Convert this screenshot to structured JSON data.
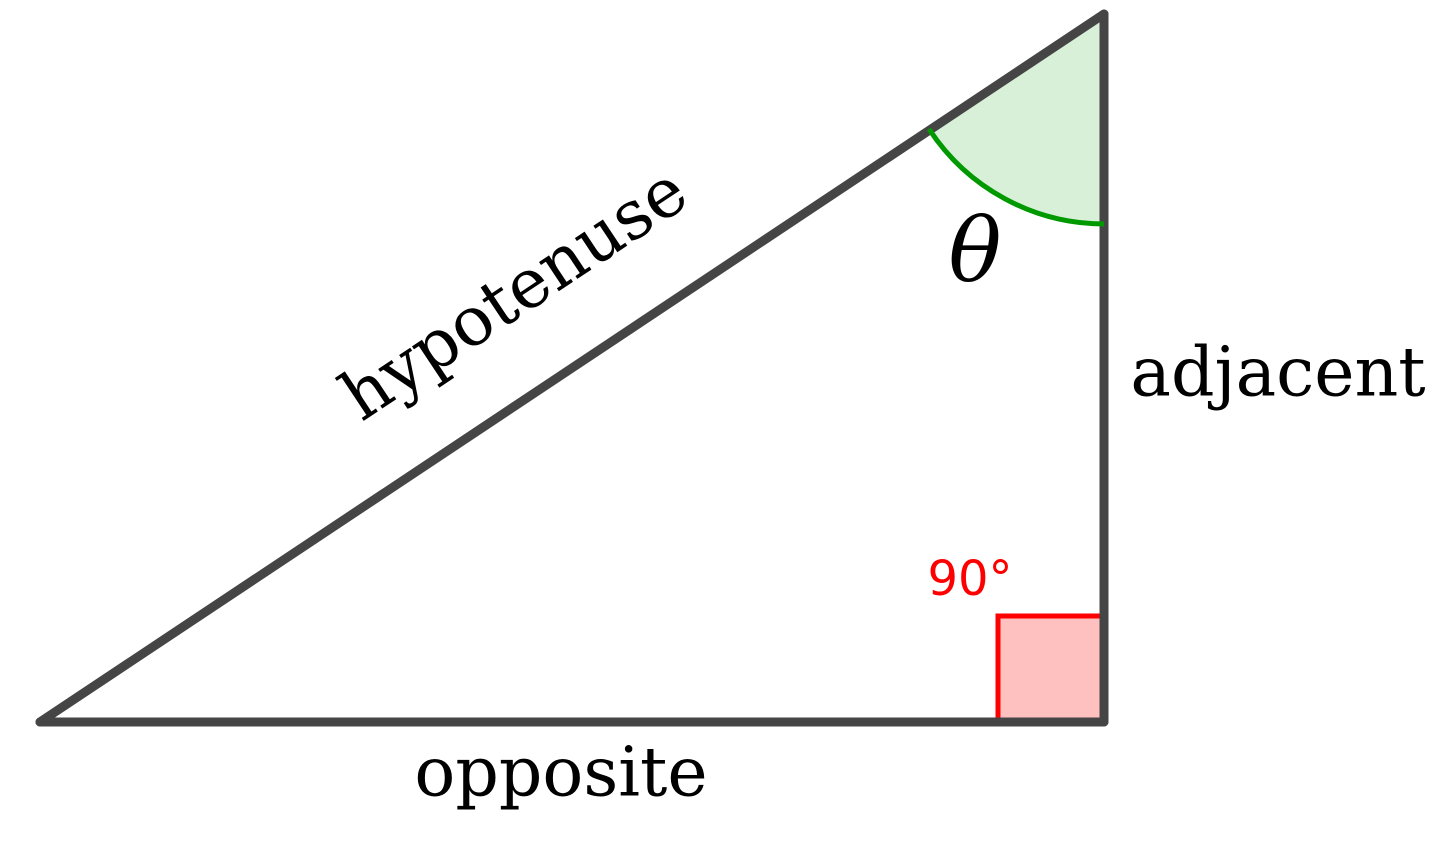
{
  "labels": {
    "hypotenuse": "hypotenuse",
    "adjacent": "adjacent",
    "opposite": "opposite",
    "angle": "θ",
    "right_angle": "90°"
  },
  "colors": {
    "triangle_stroke": "#454545",
    "angle_fill": "#d8f0d8",
    "angle_stroke": "#009900",
    "right_angle_fill": "#ffc0c0",
    "right_angle_stroke": "#ff0000",
    "text": "#000000"
  }
}
